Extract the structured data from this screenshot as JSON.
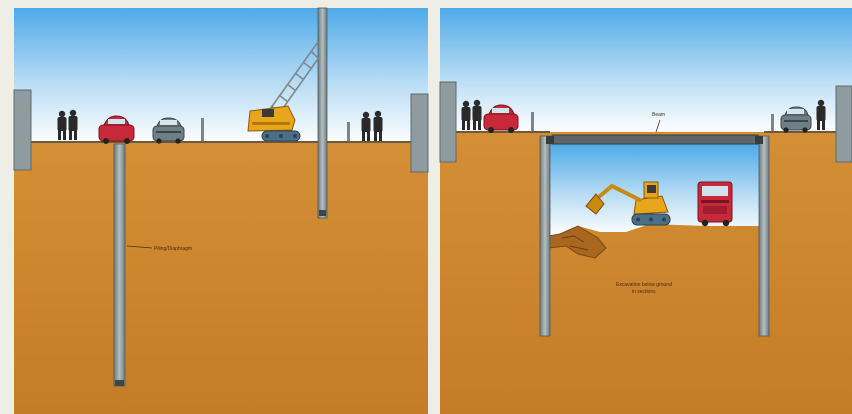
{
  "panels": [
    {
      "id": "left",
      "annotations": [
        {
          "id": "pile-label",
          "text": "Piling/Diaphragm"
        }
      ]
    },
    {
      "id": "right",
      "annotations": [
        {
          "id": "beam-label",
          "text": "Beam"
        },
        {
          "id": "excavation-label",
          "text": "Excavation below ground"
        },
        {
          "id": "excavation-label-2",
          "text": "in sections"
        }
      ]
    }
  ],
  "colors": {
    "frame": "#efeee6",
    "sky_top": "#5fb3ea",
    "sky_bottom": "#ffffff",
    "soil": "#cf8830",
    "soil_dark": "#a8661f",
    "steel": "#7f8c8f",
    "machine": "#e9a51c",
    "vehicle_red": "#c7283a",
    "vehicle_grey": "#6f7f86",
    "person": "#2a2a2a"
  },
  "icons": [
    "crane-icon",
    "excavator-icon",
    "truck-icon",
    "car-icon",
    "person-icon"
  ]
}
